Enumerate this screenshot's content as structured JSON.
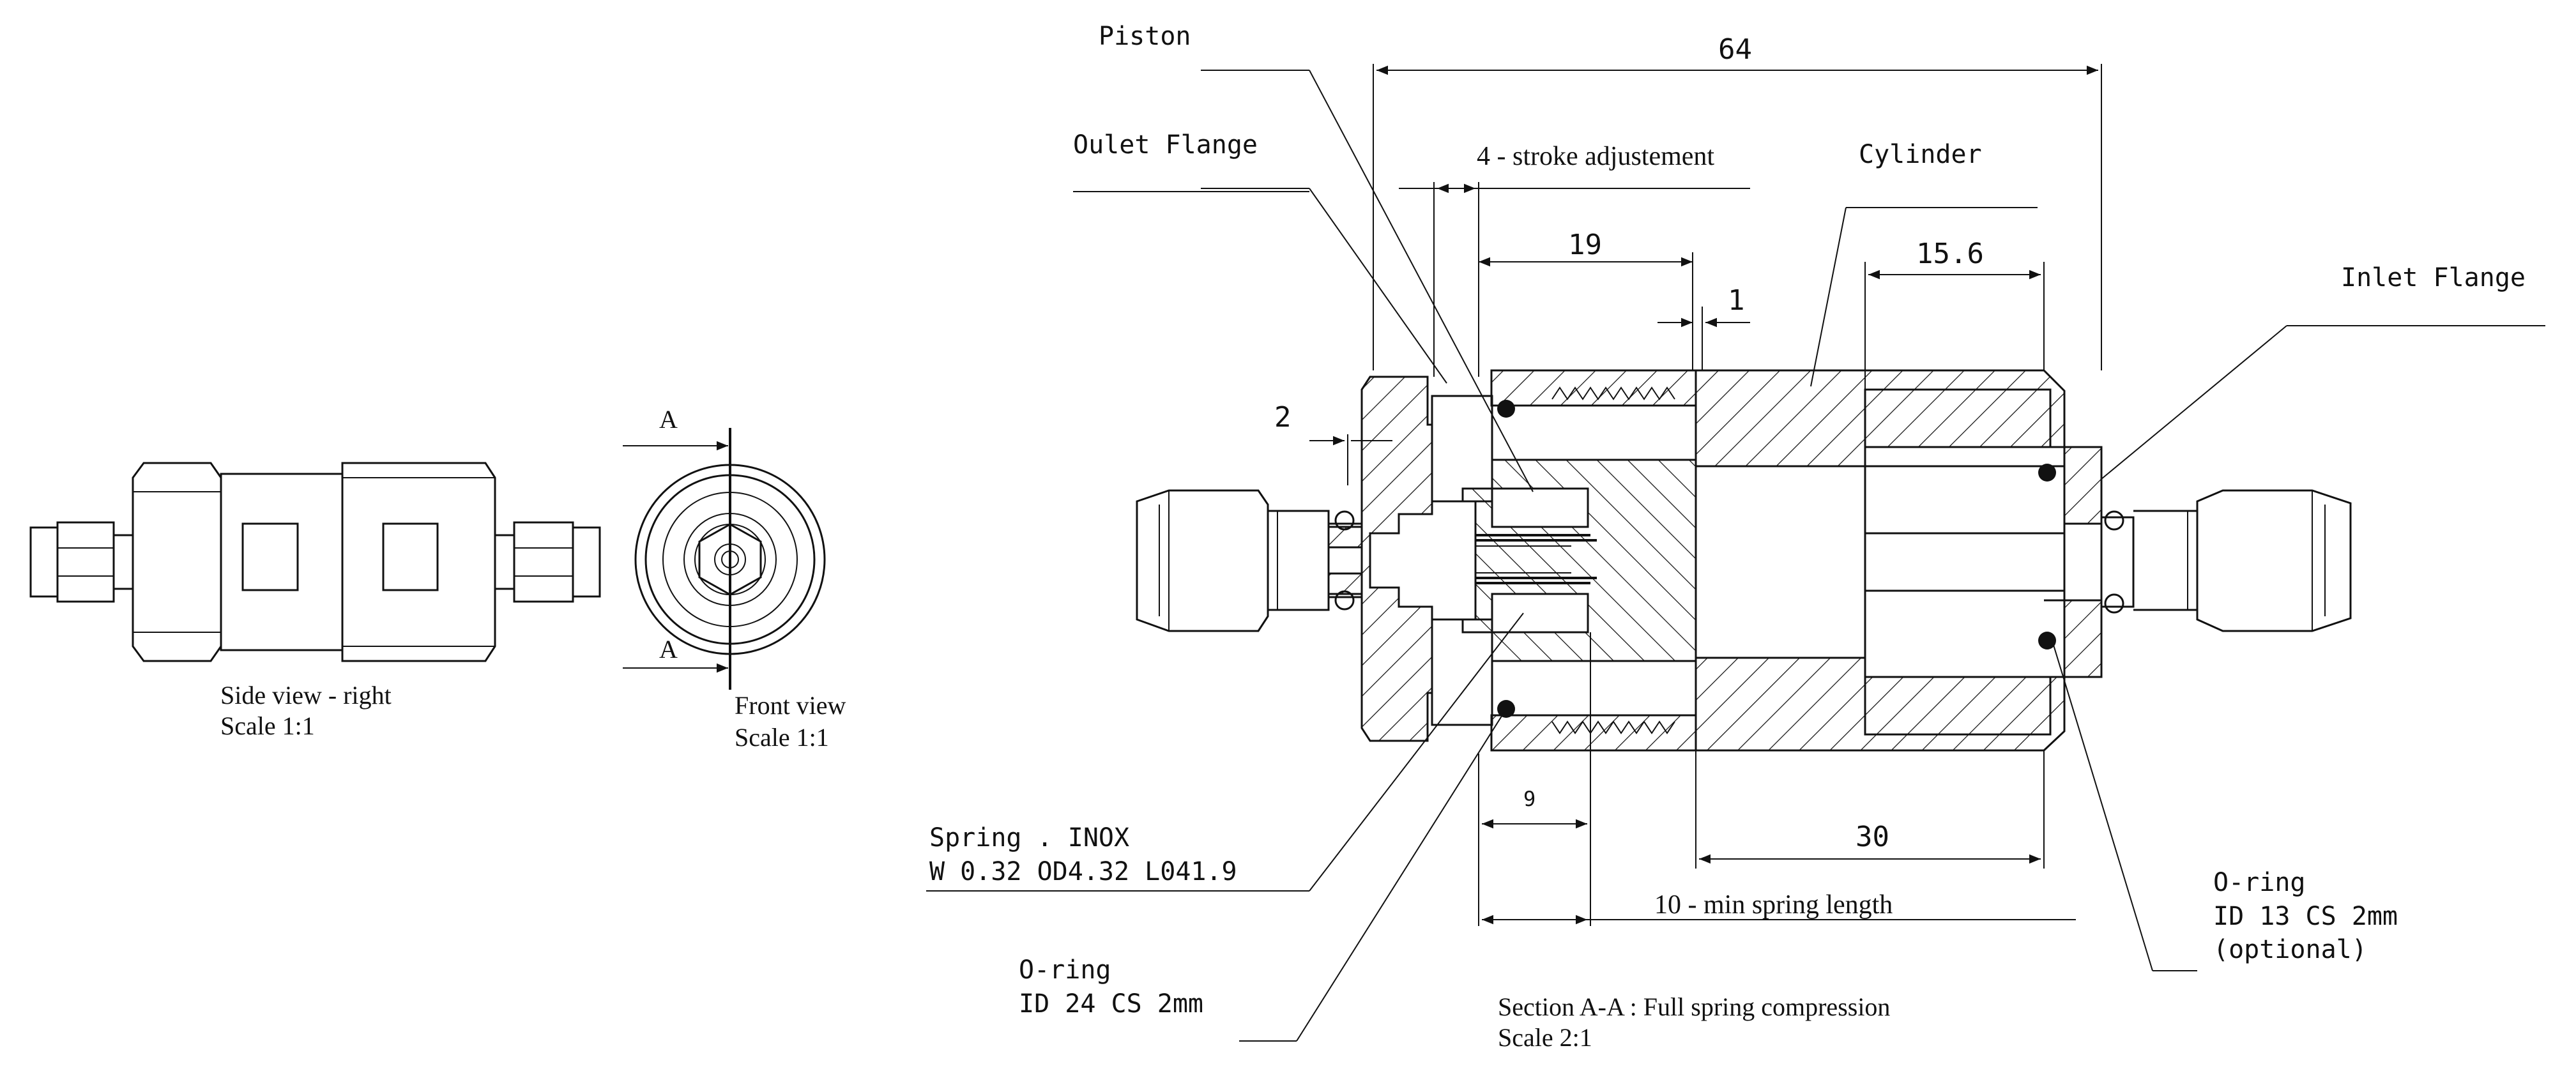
{
  "views": {
    "side": {
      "title": "Side view - right",
      "scale": "Scale 1:1"
    },
    "front": {
      "title": "Front view",
      "scale": "Scale 1:1",
      "section_marker": "A"
    },
    "section": {
      "title": "Section A-A : Full spring compression",
      "scale": "Scale 2:1"
    }
  },
  "callouts": {
    "piston": "Piston",
    "outlet_flange": "Oulet Flange",
    "cylinder": "Cylinder",
    "inlet_flange": "Inlet Flange",
    "spring_line1": "Spring . INOX",
    "spring_line2": "W 0.32 OD4.32 L041.9",
    "oring_outer_line1": "O-ring",
    "oring_outer_line2": "ID 24  CS 2mm",
    "oring_inner_line1": "O-ring",
    "oring_inner_line2": "ID 13 CS 2mm",
    "oring_inner_line3": "(optional)"
  },
  "dimensions": {
    "overall": "64",
    "stroke": "4 - stroke adjustement",
    "d19": "19",
    "d15_6": "15.6",
    "d1": "1",
    "d2": "2",
    "d9": "9",
    "d30": "30",
    "min_spring": "10 - min spring length"
  }
}
